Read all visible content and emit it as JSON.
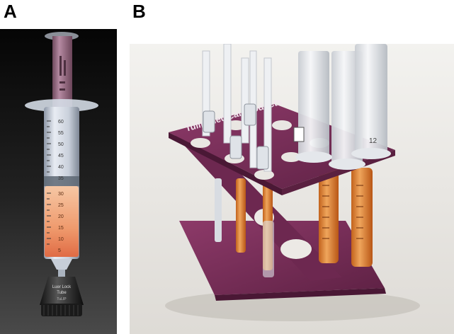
{
  "panels": {
    "a": {
      "label": "A"
    },
    "b": {
      "label": "B"
    }
  },
  "syringe_scale": {
    "upper_marks": [
      "60",
      "55",
      "50",
      "45",
      "40",
      "35"
    ],
    "lower_marks": [
      "30",
      "25",
      "20",
      "15",
      "10",
      "5"
    ]
  },
  "cap_text": {
    "line1": "Luer Lock",
    "line2": "Tube",
    "brand": "TuLIP"
  },
  "rack_text": {
    "brand": "Tulip Medical Products",
    "barrel_mark": "12"
  },
  "colors": {
    "plunger": "#9b6e86",
    "fluid": "#e8956d",
    "rack": "#7a2f59",
    "panel_a_bg": "#111111",
    "panel_b_bg": "#e7e5e1"
  }
}
